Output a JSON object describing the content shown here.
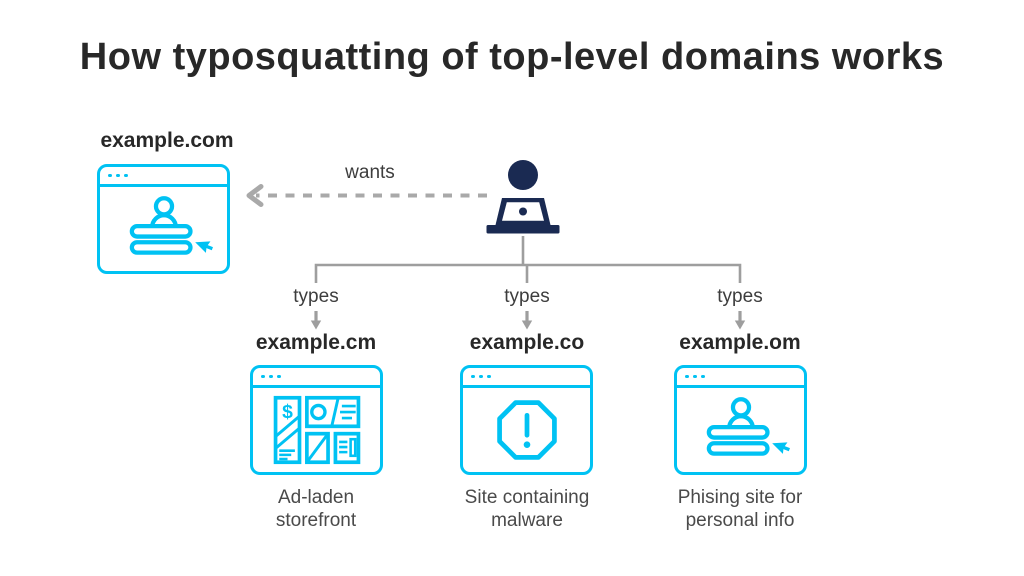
{
  "title": "How typosquatting of top-level domains works",
  "colors": {
    "accent": "#00C2F3",
    "navy": "#1A2A52",
    "line": "#9E9E9E",
    "dash": "#A9A9A9",
    "text_dark": "#282828",
    "text_mid": "#3D3D3D",
    "text_muted": "#4A4A4A"
  },
  "source": {
    "domain": "example.com",
    "icon": "login-page-icon"
  },
  "user": {
    "icon": "person-at-laptop-icon",
    "wants_label": "wants"
  },
  "branches": [
    {
      "action_label": "types",
      "domain": "example.cm",
      "icon": "storefront-icon",
      "icon_glyph": "$",
      "caption": [
        "Ad-laden",
        "storefront"
      ]
    },
    {
      "action_label": "types",
      "domain": "example.co",
      "icon": "warning-octagon-icon",
      "caption": [
        "Site containing",
        "malware"
      ]
    },
    {
      "action_label": "types",
      "domain": "example.om",
      "icon": "login-page-icon",
      "caption": [
        "Phising site for",
        "personal info"
      ]
    }
  ]
}
